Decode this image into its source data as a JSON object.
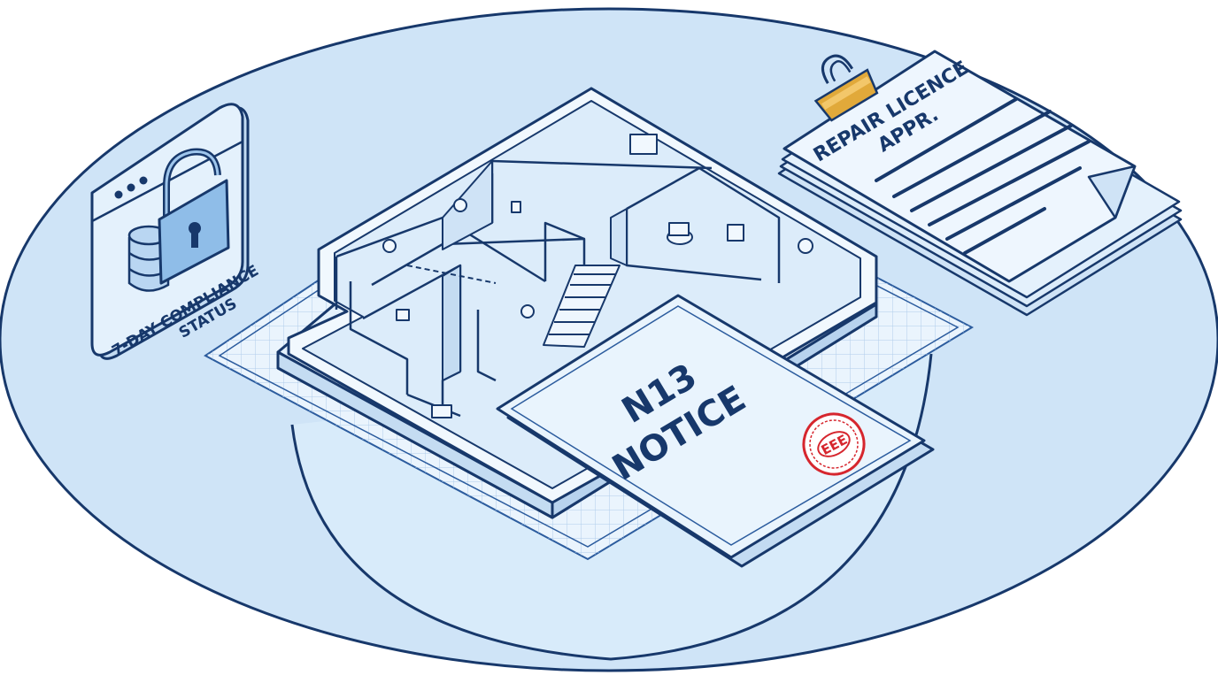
{
  "colors": {
    "ink": "#17386b",
    "line": "#2c5c9e",
    "platform": "#cfe4f7",
    "platform_inner": "#d7eaf9",
    "floor": "#e4f1fc",
    "paper": "#e9f4fd",
    "stamp": "#d6262e",
    "clip": "#e1a93a"
  },
  "icons": {
    "lock": "open-padlock-icon",
    "database": "database-icon",
    "clip": "binder-clip-icon",
    "stamp": "seal-stamp-icon"
  },
  "compliance_panel": {
    "label_line1": "7-DAY COMPLIANCE",
    "label_line2": "STATUS"
  },
  "licence_document": {
    "title_line1": "REPAIR LICENCE",
    "title_line2": "APPR."
  },
  "notice_document": {
    "title_line1": "N13",
    "title_line2": "NOTICE",
    "stamp_text": "EEE"
  }
}
